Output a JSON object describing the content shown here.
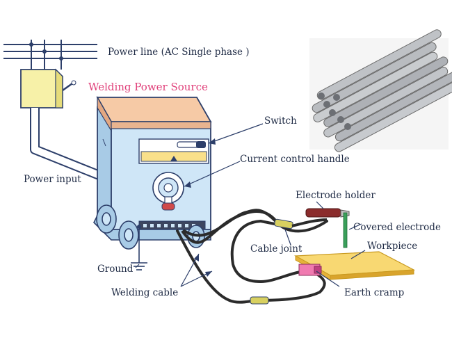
{
  "labels": {
    "power_line": "Power line (AC Single phase )",
    "title": "Welding Power Source",
    "switch": "Switch",
    "current_control": "Current control handle",
    "power_input": "Power input",
    "electrode_holder": "Electrode holder",
    "covered_electrode": "Covered electrode",
    "cable_joint": "Cable joint",
    "workpiece": "Workpiece",
    "ground": "Ground",
    "welding_cable": "Welding cable",
    "earth_cramp": "Earth cramp"
  },
  "colors": {
    "title": "#e0407a",
    "label": "#1e2a44",
    "machine_body": "#cfe6f7",
    "machine_top": "#f6caa6",
    "switch_box": "#f7f1a8",
    "panel": "#f9e08a",
    "workpiece": "#f3c04a",
    "holder": "#8b2c2c",
    "electrode": "#3aa05a",
    "cable": "#2b2b2b",
    "joint": "#d8d060"
  }
}
